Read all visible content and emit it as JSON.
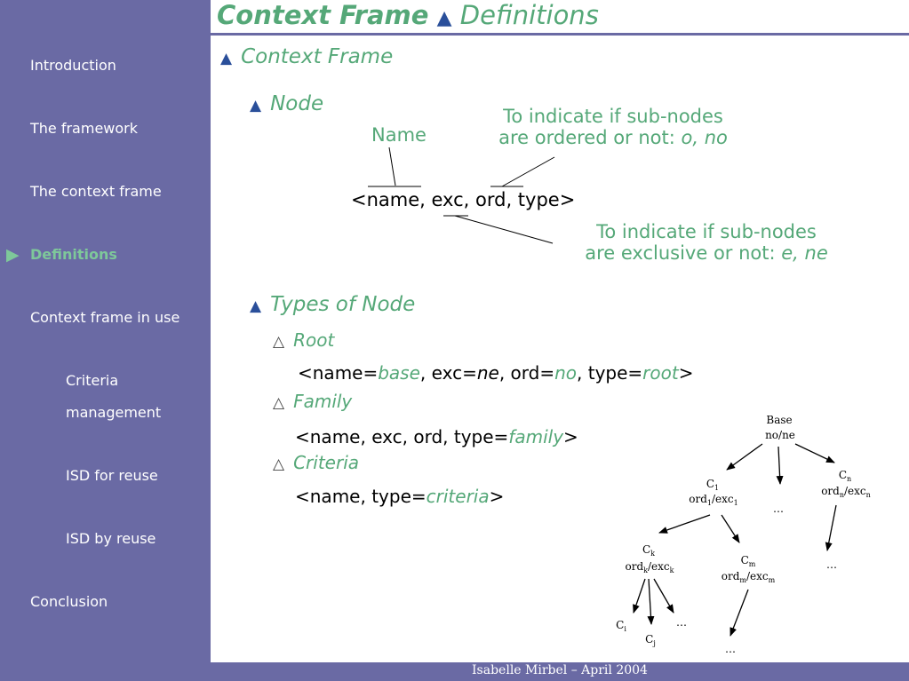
{
  "sidebar": {
    "items": [
      {
        "label": "Introduction"
      },
      {
        "label": "The framework"
      },
      {
        "label": "The context frame"
      },
      {
        "label": "Definitions"
      },
      {
        "label": "Context frame in use"
      },
      {
        "label": "Criteria"
      },
      {
        "label": "management"
      },
      {
        "label": "ISD for reuse"
      },
      {
        "label": "ISD by reuse"
      },
      {
        "label": "Conclusion"
      }
    ],
    "active_marker": "▶"
  },
  "title": {
    "bold": "Context Frame",
    "symbol": "▲",
    "rest": "Definitions"
  },
  "section1": {
    "symbol": "▲",
    "label": "Context Frame"
  },
  "node": {
    "symbol": "▲",
    "label": "Node",
    "name_annotation": "Name",
    "ordered_line1": "To indicate if sub-nodes",
    "ordered_line2_prefix": "are ordered or not: ",
    "ordered_line2_values": "o, no",
    "tuple": "<name, exc, ord, type>",
    "exclusive_line1": "To indicate if sub-nodes",
    "exclusive_line2_prefix": "are exclusive or not: ",
    "exclusive_line2_values": "e, ne"
  },
  "types": {
    "symbol": "▲",
    "label": "Types of Node",
    "root": {
      "symbol": "△",
      "label": "Root",
      "p1": "<name=",
      "v1": "base",
      "p2": ", exc=",
      "v2": "ne",
      "p3": ", ord=",
      "v3": "no",
      "p4": ", type=",
      "v4": "root",
      "p5": ">"
    },
    "family": {
      "symbol": "△",
      "label": "Family",
      "p1": "<name, exc, ord, type=",
      "v1": "family",
      "p2": ">"
    },
    "criteria": {
      "symbol": "△",
      "label": "Criteria",
      "p1": "<name, type=",
      "v1": "criteria",
      "p2": ">"
    }
  },
  "tree": {
    "base": "Base",
    "base_sub": "no/ne",
    "c1": "C",
    "c1_sub": "1",
    "c1_line": "ord",
    "c1_line_sub1": "1",
    "c1_line_mid": "/exc",
    "c1_line_sub2": "1",
    "cn": "C",
    "cn_sub": "n",
    "cn_line": "ord",
    "cn_line_sub1": "n",
    "cn_line_mid": "/exc",
    "cn_line_sub2": "n",
    "ck": "C",
    "ck_sub": "k",
    "ck_line": "ord",
    "ck_line_sub1": "k",
    "ck_line_mid": "/exc",
    "ck_line_sub2": "k",
    "cm": "C",
    "cm_sub": "m",
    "cm_line": "ord",
    "cm_line_sub1": "m",
    "cm_line_mid": "/exc",
    "cm_line_sub2": "m",
    "ci": "C",
    "ci_sub": "i",
    "cj": "C",
    "cj_sub": "j",
    "ellipsis": "…"
  },
  "footer": {
    "text": "Isabelle Mirbel – April 2004"
  }
}
